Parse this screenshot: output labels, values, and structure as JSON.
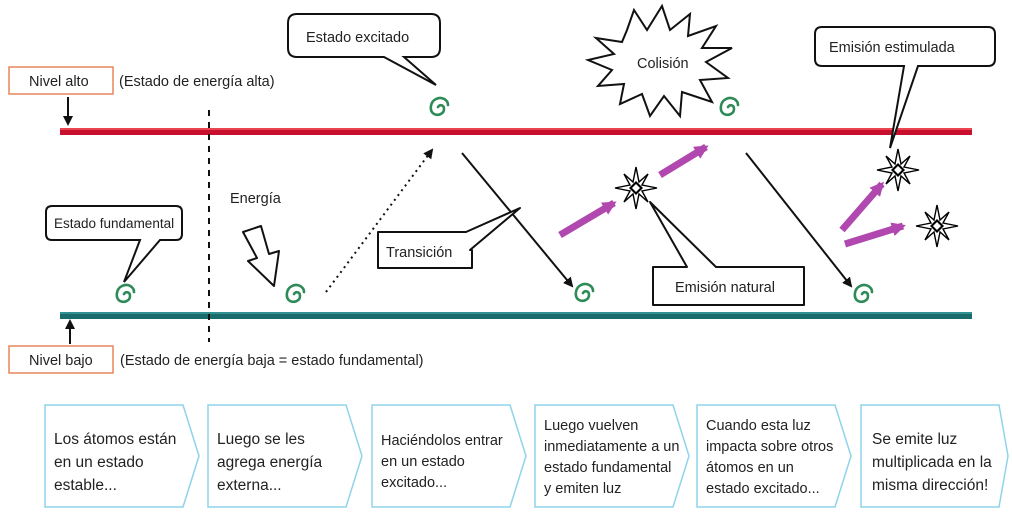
{
  "levels": {
    "high": {
      "label": "Nivel alto",
      "description": "(Estado de energía alta)"
    },
    "low": {
      "label": "Nivel bajo",
      "description": "(Estado de energía baja = estado fundamental)"
    }
  },
  "callouts": {
    "excited_state": "Estado excitado",
    "ground_state": "Estado fundamental",
    "collision": "Colisión",
    "stimulated_emission": "Emisión estimulada",
    "transition": "Transición",
    "natural_emission": "Emisión natural",
    "energy": "Energía"
  },
  "steps": [
    {
      "text": "Los átomos están en un estado estable..."
    },
    {
      "text": "Luego se les agrega energía externa..."
    },
    {
      "text": "Haciéndolos entrar en un estado excitado..."
    },
    {
      "text": "Luego vuelven inmediatamente a un estado fundamental y emiten luz"
    },
    {
      "text": "Cuando esta luz impacta sobre otros átomos en un estado excitado..."
    },
    {
      "text": "Se emite luz multiplicada en la misma dirección!"
    }
  ],
  "colors": {
    "high_level_line": "#c8102e",
    "low_level_line": "#1a6b6b",
    "label_border": "#e8865a",
    "atom": "#2e8b57",
    "photon_arrow": "#b048b0",
    "step_border": "#8fd3ea"
  },
  "icons": {
    "atom": "spiral-atom-icon",
    "photon": "star-burst-icon"
  }
}
